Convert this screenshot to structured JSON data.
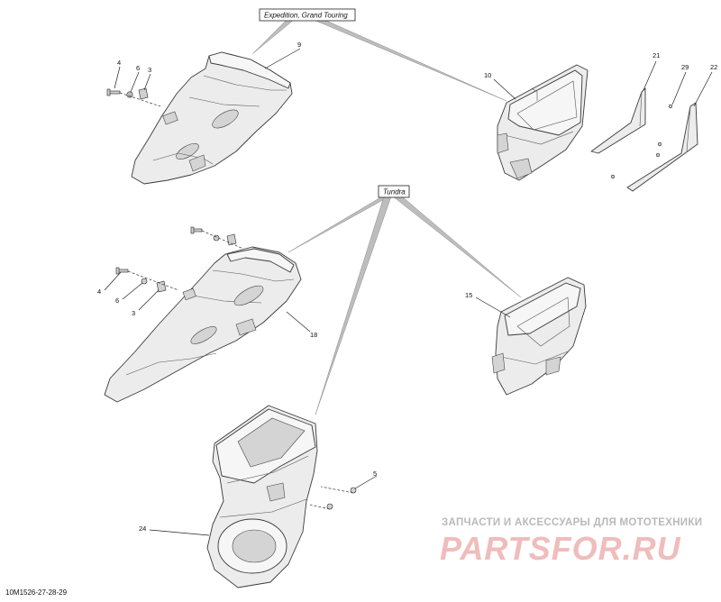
{
  "variants": {
    "expedition": "Expedition, Grand Touring",
    "tundra": "Tundra"
  },
  "callouts": {
    "c9": "9",
    "c4a": "4",
    "c6a": "6",
    "c3a": "3",
    "c10": "10",
    "c21": "21",
    "c29": "29",
    "c22": "22",
    "c4b": "4",
    "c6b": "6",
    "c3b": "3",
    "c18": "18",
    "c15": "15",
    "c5": "5",
    "c24": "24"
  },
  "drawing_id": "10M1526-27-28-29",
  "watermark": {
    "tagline": "ЗАПЧАСТИ И АКСЕССУАРЫ ДЛЯ МОТОТЕХНИКИ",
    "logo": "PARTSFOR.RU"
  }
}
